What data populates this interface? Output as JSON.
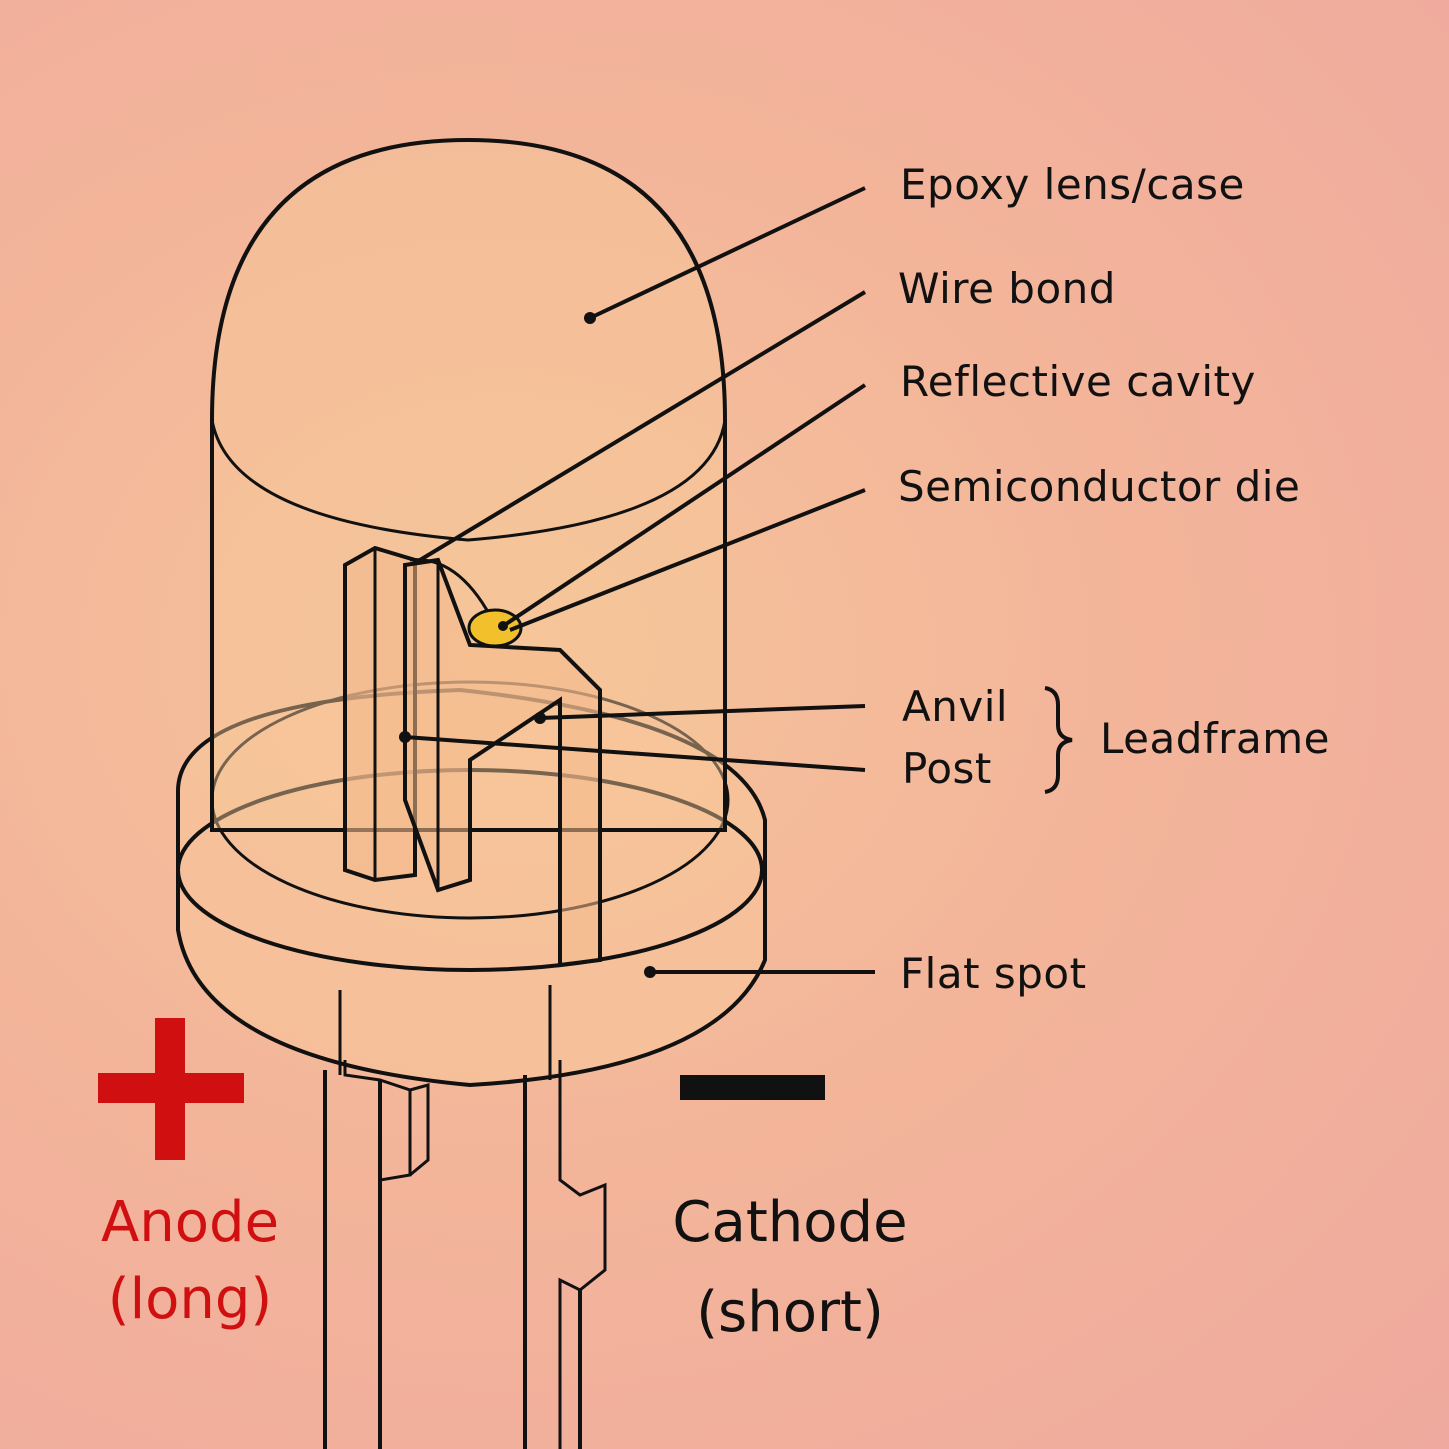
{
  "labels": {
    "epoxy_lens": "Epoxy lens/case",
    "wire_bond": "Wire bond",
    "reflective_cavity": "Reflective cavity",
    "semiconductor_die": "Semiconductor die",
    "anvil": "Anvil",
    "post": "Post",
    "leadframe": "Leadframe",
    "flat_spot": "Flat spot",
    "anode_line1": "Anode",
    "anode_line2": "(long)",
    "cathode_line1": "Cathode",
    "cathode_line2": "(short)"
  },
  "symbols": {
    "plus": "+",
    "minus": "−"
  },
  "colors": {
    "background": "#f3b59a",
    "outline": "#111111",
    "anode": "#d01010",
    "cathode": "#111111",
    "die": "#f2c02a"
  }
}
